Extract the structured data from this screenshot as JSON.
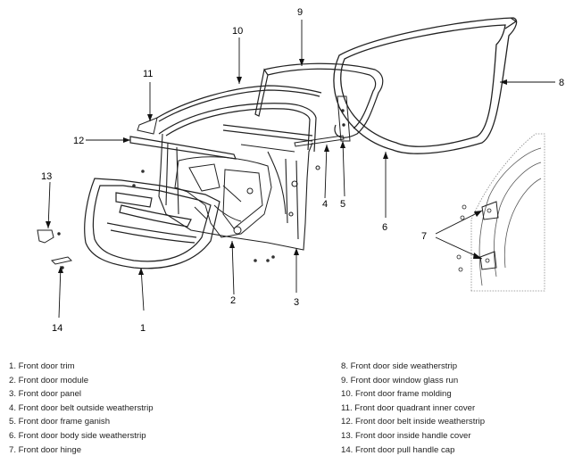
{
  "callouts": [
    "1",
    "2",
    "3",
    "4",
    "5",
    "6",
    "7",
    "8",
    "9",
    "10",
    "11",
    "12",
    "13",
    "14"
  ],
  "legend": {
    "left": [
      "1. Front door trim",
      "2. Front door module",
      "3. Front door panel",
      "4. Front door belt outside weatherstrip",
      "5. Front door frame ganish",
      "6. Front door body side weatherstrip",
      "7. Front door hinge"
    ],
    "right": [
      "8. Front door side weatherstrip",
      "9. Front door window glass run",
      "10. Front door frame molding",
      "11. Front door quadrant inner cover",
      "12. Front door belt inside weatherstrip",
      "13. Front door inside handle cover",
      "14. Front door pull handle cap"
    ]
  }
}
